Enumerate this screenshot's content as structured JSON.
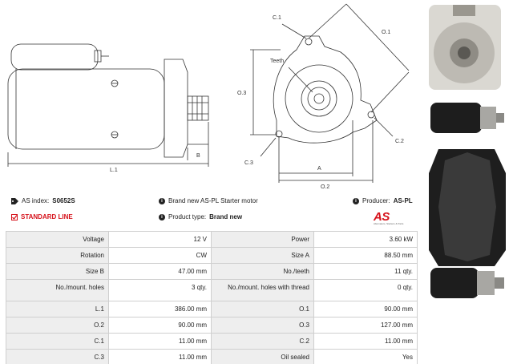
{
  "drawing": {
    "labels": {
      "l1": "L.1",
      "b": "B",
      "c1": "C.1",
      "o1": "O.1",
      "teeth": "Teeth",
      "o3": "O.3",
      "c2": "C.2",
      "c3": "C.3",
      "a": "A",
      "o2": "O.2"
    }
  },
  "info": {
    "as_index_label": "AS index:",
    "as_index_value": "S0652S",
    "standard_line": "STANDARD LINE",
    "brand_new_text": "Brand new AS-PL Starter motor",
    "product_type_label": "Product type:",
    "product_type_value": "Brand new",
    "producer_label": "Producer:",
    "producer_value": "AS-PL",
    "logo_text": "AS",
    "logo_tagline": "Alternators, Starters & Parts"
  },
  "specs": [
    {
      "l1": "Voltage",
      "v1": "12 V",
      "l2": "Power",
      "v2": "3.60 kW"
    },
    {
      "l1": "Rotation",
      "v1": "CW",
      "l2": "Size A",
      "v2": "88.50 mm"
    },
    {
      "l1": "Size B",
      "v1": "47.00 mm",
      "l2": "No./teeth",
      "v2": "11 qty."
    },
    {
      "l1": "No./mount. holes",
      "v1": "3 qty.",
      "l2": "No./mount. holes with thread",
      "v2": "0 qty."
    },
    {
      "l1": "L.1",
      "v1": "386.00 mm",
      "l2": "O.1",
      "v2": "90.00 mm"
    },
    {
      "l1": "O.2",
      "v1": "90.00 mm",
      "l2": "O.3",
      "v2": "127.00 mm"
    },
    {
      "l1": "C.1",
      "v1": "11.00 mm",
      "l2": "C.2",
      "v2": "11.00 mm"
    },
    {
      "l1": "C.3",
      "v1": "11.00 mm",
      "l2": "Oil sealed",
      "v2": "Yes"
    }
  ],
  "colors": {
    "accent": "#d6121b",
    "label_bg": "#eeeeee",
    "border": "#cfcfcf"
  },
  "icons": [
    "tag-icon",
    "info-icon",
    "checkbox-icon"
  ]
}
